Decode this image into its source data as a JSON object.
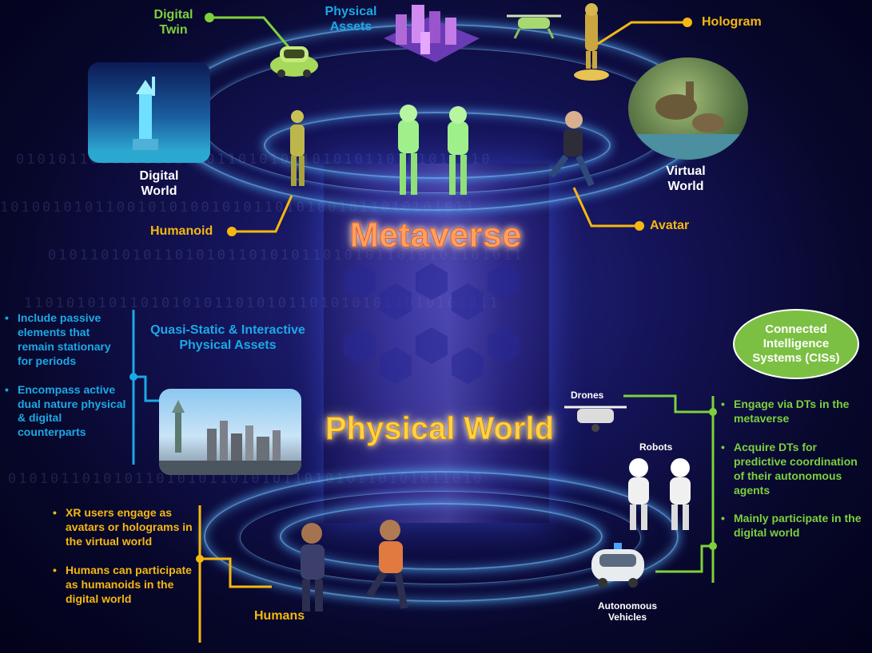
{
  "metaverse": "Metaverse",
  "physical_world": "Physical World",
  "labels": {
    "digital_twin": "Digital Twin",
    "physical_assets": "Physical Assets",
    "hologram": "Hologram",
    "digital_world": "Digital World",
    "virtual_world": "Virtual World",
    "humanoid": "Humanoid",
    "avatar": "Avatar",
    "quasi_static": "Quasi-Static & Interactive Physical Assets",
    "humans": "Humans",
    "drones": "Drones",
    "robots": "Robots",
    "autonomous_vehicles": "Autonomous Vehicles",
    "cis": "Connected Intelligence Systems (CISs)"
  },
  "asset_bullets": [
    "Include passive elements that remain stationary for periods",
    "Encompass active dual nature physical & digital counterparts"
  ],
  "human_bullets": [
    "XR users engage as avatars or holograms in the virtual world",
    "Humans can participate as humanoids in the digital world"
  ],
  "cis_bullets": [
    "Engage via DTs in the metaverse",
    "Acquire DTs for predictive coordination of their autonomous agents",
    "Mainly participate in the digital world"
  ],
  "binary_rows": [
    "010101101010110101011010101101010110101011010",
    "101001010110010101001010110101001011010101011",
    "010110101011010101101010110101011010101101011",
    "110101010110101010110101011010101011010101011"
  ],
  "colors": {
    "green": "#7fd13b",
    "yellow": "#f5b810",
    "blue": "#1aa9e6",
    "cis_fill": "#7cc043"
  },
  "icons": [
    "car-icon",
    "city-icon",
    "drone-icon",
    "hologram-figure-icon",
    "statue-of-liberty-icon",
    "dinosaur-scene-icon",
    "humanoid-figure-icon",
    "robot-icon",
    "avatar-figure-icon",
    "skyline-icon",
    "human-avatar-icon",
    "autonomous-car-icon"
  ]
}
